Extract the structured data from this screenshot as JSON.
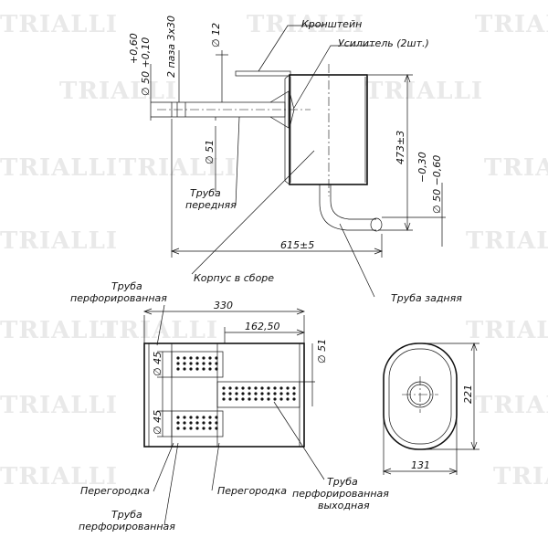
{
  "watermark": "TRIALLI",
  "top_view": {
    "labels": {
      "bracket": "Кронштейн",
      "amplifier": "Усилитель (2шт.)",
      "front_pipe": "Труба\nпередняя",
      "body_assembly": "Корпус в сборе",
      "rear_pipe": "Труба задняя"
    },
    "dims": {
      "inlet_dia": "∅ 50 +0,10",
      "inlet_tol": "+0,60",
      "slots": "2 паза 3х30",
      "d12": "∅ 12",
      "d51": "∅ 51",
      "height": "473±3",
      "outlet_dia": "∅ 50 −0,60",
      "outlet_tol": "−0,30",
      "length": "615±5"
    }
  },
  "section_view": {
    "labels": {
      "perf_pipe_top": "Труба\nперфорированная",
      "partition_left": "Перегородка",
      "partition_mid": "Перегородка",
      "perf_pipe_bottom": "Труба\nперфорированная",
      "perf_outlet": "Труба\nперфорированная\nвыходная"
    },
    "dims": {
      "width": "330",
      "half": "162,50",
      "d45_top": "∅ 45",
      "d45_bottom": "∅ 45",
      "d51": "∅ 51"
    }
  },
  "end_view": {
    "dims": {
      "height": "221",
      "width": "131"
    }
  }
}
